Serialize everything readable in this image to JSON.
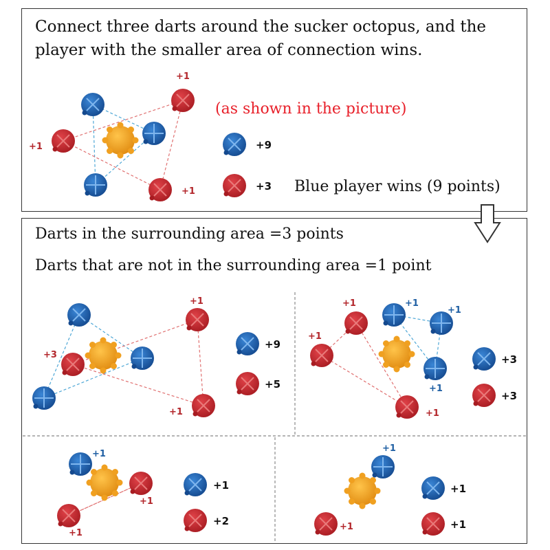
{
  "intro": {
    "line1": "Connect three darts around the sucker octopus, and the",
    "line2": "player with the smaller area of connection wins."
  },
  "note": "(as shown in the picture)",
  "result": "Blue player wins (9 points)",
  "rules": {
    "line1": "Darts in the surrounding area =3 points",
    "line2": "Darts that are not in the surrounding area =1 point"
  },
  "top_panel": {
    "labels": [
      "+1",
      "+1",
      "+1"
    ],
    "legend": {
      "blue": "+9",
      "red": "+3"
    }
  },
  "panel_2": {
    "labels": [
      "+1",
      "+3",
      "+1"
    ],
    "legend": {
      "blue": "+9",
      "red": "+5"
    }
  },
  "panel_3": {
    "labels_red": [
      "+1",
      "+1",
      "+1"
    ],
    "labels_blue": [
      "+1",
      "+1",
      "+1"
    ],
    "legend": {
      "blue": "+3",
      "red": "+3"
    }
  },
  "panel_4": {
    "labels": [
      "+1",
      "+1",
      "+1"
    ],
    "legend": {
      "blue": "+1",
      "red": "+2"
    }
  },
  "panel_5": {
    "labels": [
      "+1",
      "+1"
    ],
    "legend": {
      "blue": "+1",
      "red": "+1"
    }
  },
  "colors": {
    "red_dart": "#c8282f",
    "blue_dart": "#1f62b5",
    "octopus": "#f0a020",
    "note_text": "#e8202a"
  },
  "icons": [
    "red-dart-icon",
    "blue-dart-icon",
    "octopus-icon",
    "down-arrow-icon"
  ]
}
